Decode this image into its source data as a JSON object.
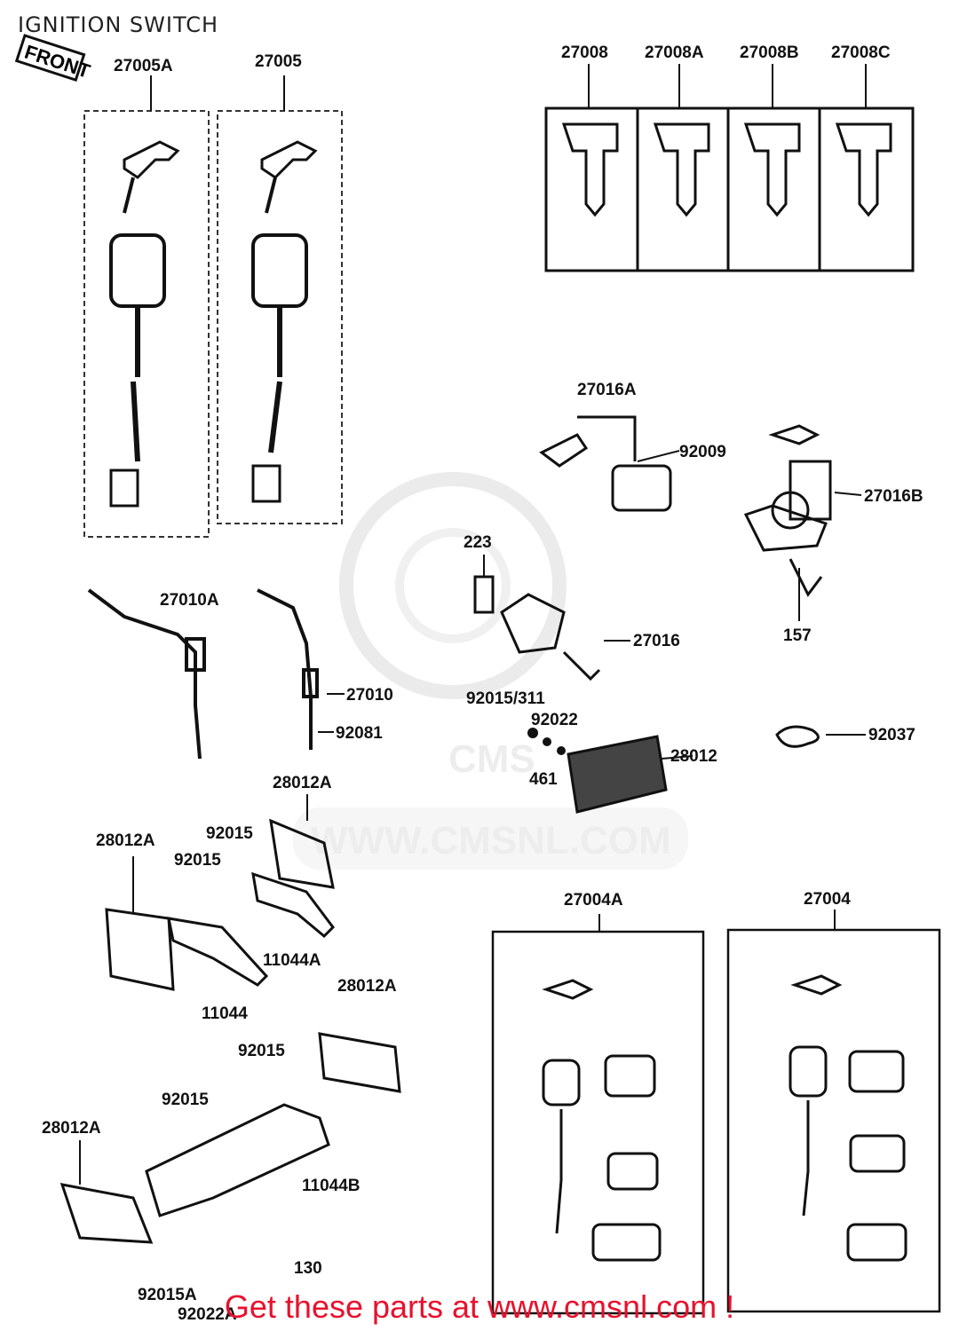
{
  "title": "IGNITION SWITCH",
  "front_marker": "FRONT",
  "watermark": "WWW.CMSNL.COM",
  "footer": "Get these parts at www.cmsnl.com !",
  "icons": [
    "ignition-switch-icon",
    "key-icon",
    "lock-cylinder-icon",
    "bracket-icon",
    "screw-icon"
  ],
  "parts": [
    "27005A",
    "27005",
    "27008",
    "27008A",
    "27008B",
    "27008C",
    "27016A",
    "92009",
    "27016B",
    "223",
    "27016",
    "157",
    "27010A",
    "27010",
    "92081",
    "92015/311",
    "92022",
    "28012",
    "461",
    "92037",
    "28012A",
    "28012A",
    "92015",
    "92015",
    "11044A",
    "11044",
    "28012A",
    "92015",
    "92015",
    "28012A",
    "11044B",
    "130",
    "92015A",
    "92022A",
    "27004A",
    "27004"
  ]
}
